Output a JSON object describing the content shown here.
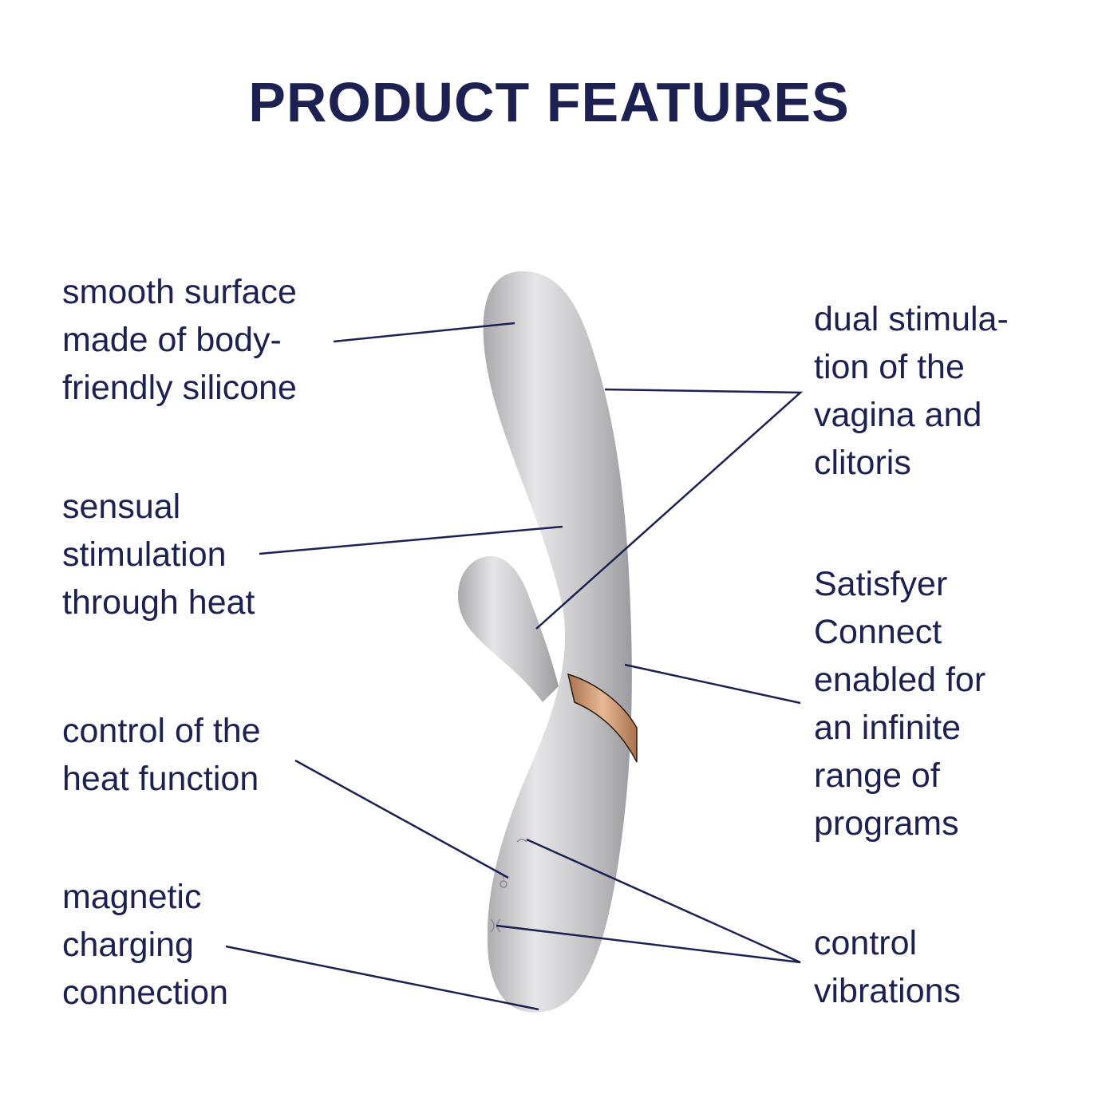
{
  "title": "PRODUCT FEATURES",
  "colors": {
    "text": "#1c2152",
    "leader_line": "#1c2152",
    "body_silver": "#cfcfd1",
    "accent_band": "#c8946a",
    "background": "#ffffff"
  },
  "features": {
    "left": [
      {
        "id": "smooth-surface",
        "text": "smooth surface\nmade of body-\nfriendly silicone"
      },
      {
        "id": "heat-stimulation",
        "text": "sensual\nstimulation\nthrough heat"
      },
      {
        "id": "heat-control",
        "text": "control of the\nheat function"
      },
      {
        "id": "magnetic-charging",
        "text": "magnetic\ncharging\nconnection"
      }
    ],
    "right": [
      {
        "id": "dual-stimulation",
        "text": "dual stimula-\ntion of the\nvagina and\nclitoris"
      },
      {
        "id": "app-connect",
        "text": "Satisfyer\nConnect\nenabled for\nan infinite\nrange of\nprograms"
      },
      {
        "id": "vibration-control",
        "text": "control\nvibrations"
      }
    ]
  },
  "product_buttons": [
    "heat-button-icon",
    "vibration-button-icon",
    "mode-button-icon"
  ]
}
